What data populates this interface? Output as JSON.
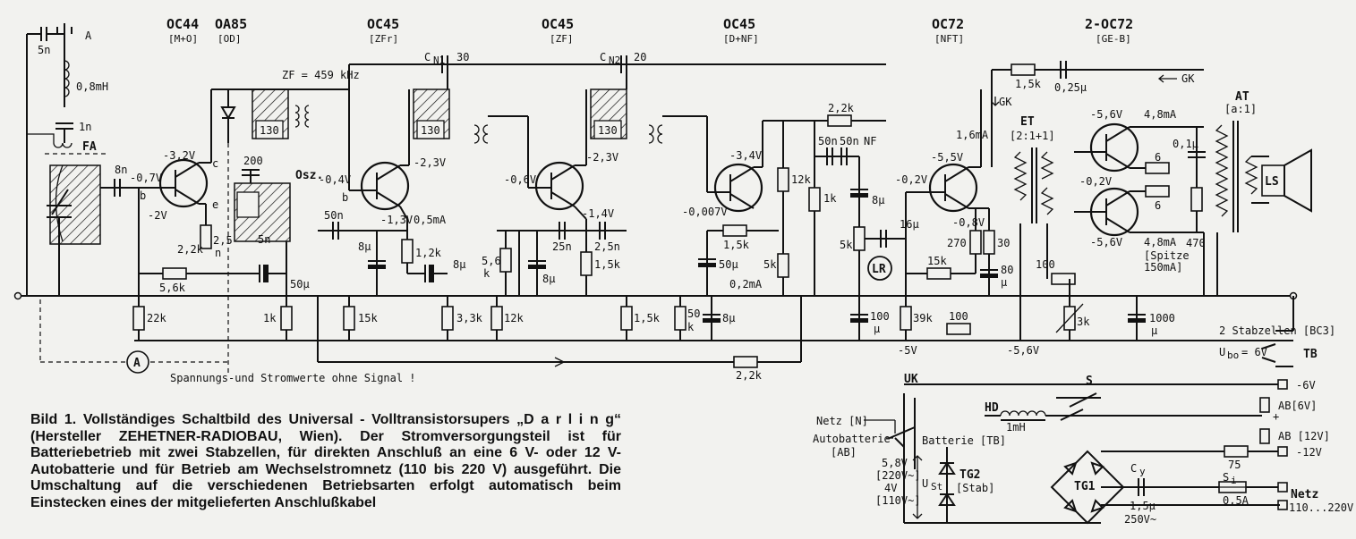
{
  "caption": {
    "figure_label": "Bild 1.",
    "text": "Vollständiges Schaltbild des Universal - Volltransistorsupers „D a r l i n g“ (Hersteller ZEHETNER-RADIOBAU, Wien). Der Stromversorgungsteil ist für Batteriebetrieb mit zwei Stabzellen, für direkten Anschluß an eine 6 V- oder 12 V-Autobatterie und für Betrieb am Wechselstromnetz (110 bis 220 V) ausgeführt. Die Umschaltung auf die verschiedenen Betriebsarten erfolgt automatisch beim Einstecken eines der mitgelieferten Anschlußkabel"
  },
  "transistors": [
    {
      "type": "OC44",
      "role": "[M+O]"
    },
    {
      "type": "OA85",
      "role": "[OD]"
    },
    {
      "type": "OC45",
      "role": "[ZFr]"
    },
    {
      "type": "OC45",
      "role": "[ZF]"
    },
    {
      "type": "OC45",
      "role": "[D+NF]"
    },
    {
      "type": "OC72",
      "role": "[NFT]"
    },
    {
      "type": "2-OC72",
      "role": "[GE-B]"
    }
  ],
  "labels": {
    "antenna": "A",
    "c5n": "5n",
    "l08": "0,8mH",
    "c1n": "1n",
    "fa": "FA",
    "c8n": "8n",
    "v1b": "-0,7V",
    "v1c": "-3,2V",
    "v1e": "-2V",
    "r22k_1": "2,2k",
    "c25n": "2,5",
    "n": "n",
    "r56k": "5,6k",
    "r22k": "22k",
    "zf": "ZF = 459 kHz",
    "k130a": "130",
    "c200": "200",
    "osz": "Osz.",
    "c5n2": "5n",
    "c50u": "50µ",
    "r1k": "1k",
    "cn1": "C",
    "cn1s": "N1",
    "c30": "30",
    "cn2": "C",
    "cn2s": "N2",
    "c20": "20",
    "v2b": "-0,4V",
    "v2c": "-2,3V",
    "v2e": "-1,3V",
    "i2": "0,5mA",
    "c50n": "50n",
    "c8u_1": "8µ",
    "r12k_1": "1,2k",
    "c8u_2": "8µ",
    "r15k": "15k",
    "r33k": "3,3k",
    "k130b": "130",
    "k130c": "130",
    "v3b": "-0,6V",
    "v3c": "-2,3V",
    "v3e": "-1,4V",
    "r56k_2": "5,6",
    "k": "k",
    "c8u_3": "8µ",
    "c25n_2": "25n",
    "c25n_3": "2,5n",
    "r15k_2": "1,5k",
    "r12k_2": "12k",
    "r15k_3": "1,5k",
    "v4c": "-3,4V",
    "v4b": "-0,007V",
    "r15k_4": "1,5k",
    "c50u_2": "50µ",
    "i4": "0,2mA",
    "r12k_3": "12k",
    "r1k_2": "1k",
    "r5k": "5k",
    "r50k": "50",
    "c8u_4": "8µ",
    "r22k_2": "2,2k",
    "r22k_3": "2,2k",
    "c50n_2": "50n",
    "c50n_3": "50n",
    "nf": "NF",
    "c8u_5": "8µ",
    "c16u": "16µ",
    "r5k_pot": "5k",
    "lr": "LR",
    "c100u": "100",
    "mu": "µ",
    "v5b": "-0,2V",
    "v5c": "-5,5V",
    "v5e": "-0,8V",
    "i5": "1,6mA",
    "r15k_5": "15k",
    "r39k": "39k",
    "r270": "270",
    "r30": "30",
    "c80": "80",
    "mu2": "µ",
    "r100": "100",
    "r100_2": "100",
    "v5v": "-5V",
    "v56v": "-5,6V",
    "r3k": "3k",
    "c1000u": "1000",
    "mu3": "µ",
    "gk": "GK",
    "gk2": "GK",
    "r15k_6": "1,5k",
    "c025u": "0,25µ",
    "et": "ET",
    "et_ratio": "[2:1+1]",
    "v6c": "-5,6V",
    "i6": "4,8mA",
    "v6b": "-0,2V",
    "r6a": "6",
    "r6b": "6",
    "v7c": "-5,6V",
    "i7": "4,8mA",
    "spitze": "[Spitze",
    "spitze2": "150mA]",
    "c01u": "0,1µ",
    "r470": "470",
    "at": "AT",
    "at_ratio": "[a:1]",
    "ls": "LS",
    "stabz": "2 Stabzellen [BC3]",
    "ubo": "U",
    "ubo_sub": "bo",
    "ubo_val": "= 6V",
    "tb": "TB",
    "minus6": "-6V",
    "ab6": "AB[6V]",
    "ab12": "AB [12V]",
    "minus12": "-12V",
    "netz": "Netz",
    "netz_v": "110...220V",
    "plus": "+",
    "uk": "UK",
    "s": "S",
    "hd": "HD",
    "h1mh": "1mH",
    "netzn": "Netz [N]",
    "autobat": "Autobatterie",
    "ab": "[AB]",
    "batterie": "Batterie [TB]",
    "v58": "5,8V",
    "v220": "[220V~]",
    "v4": "4V",
    "v110": "[110V~]",
    "ust": "U",
    "ust_sub": "St",
    "tg2": "TG2",
    "stab": "[Stab]",
    "tg1": "TG1",
    "cy": "C",
    "cy_sub": "y",
    "c15u": "1,5µ",
    "v250": "250V~",
    "r75": "75",
    "si": "S",
    "si_sub": "i",
    "fuse": "0,5A",
    "meas": "A",
    "note": "Spannungs-und Stromwerte ohne Signal !",
    "b": "b",
    "c": "c",
    "e": "e"
  },
  "colors": {
    "ink": "#111111",
    "paper": "#f2f2ef",
    "ghost": "#bdbdb8"
  }
}
